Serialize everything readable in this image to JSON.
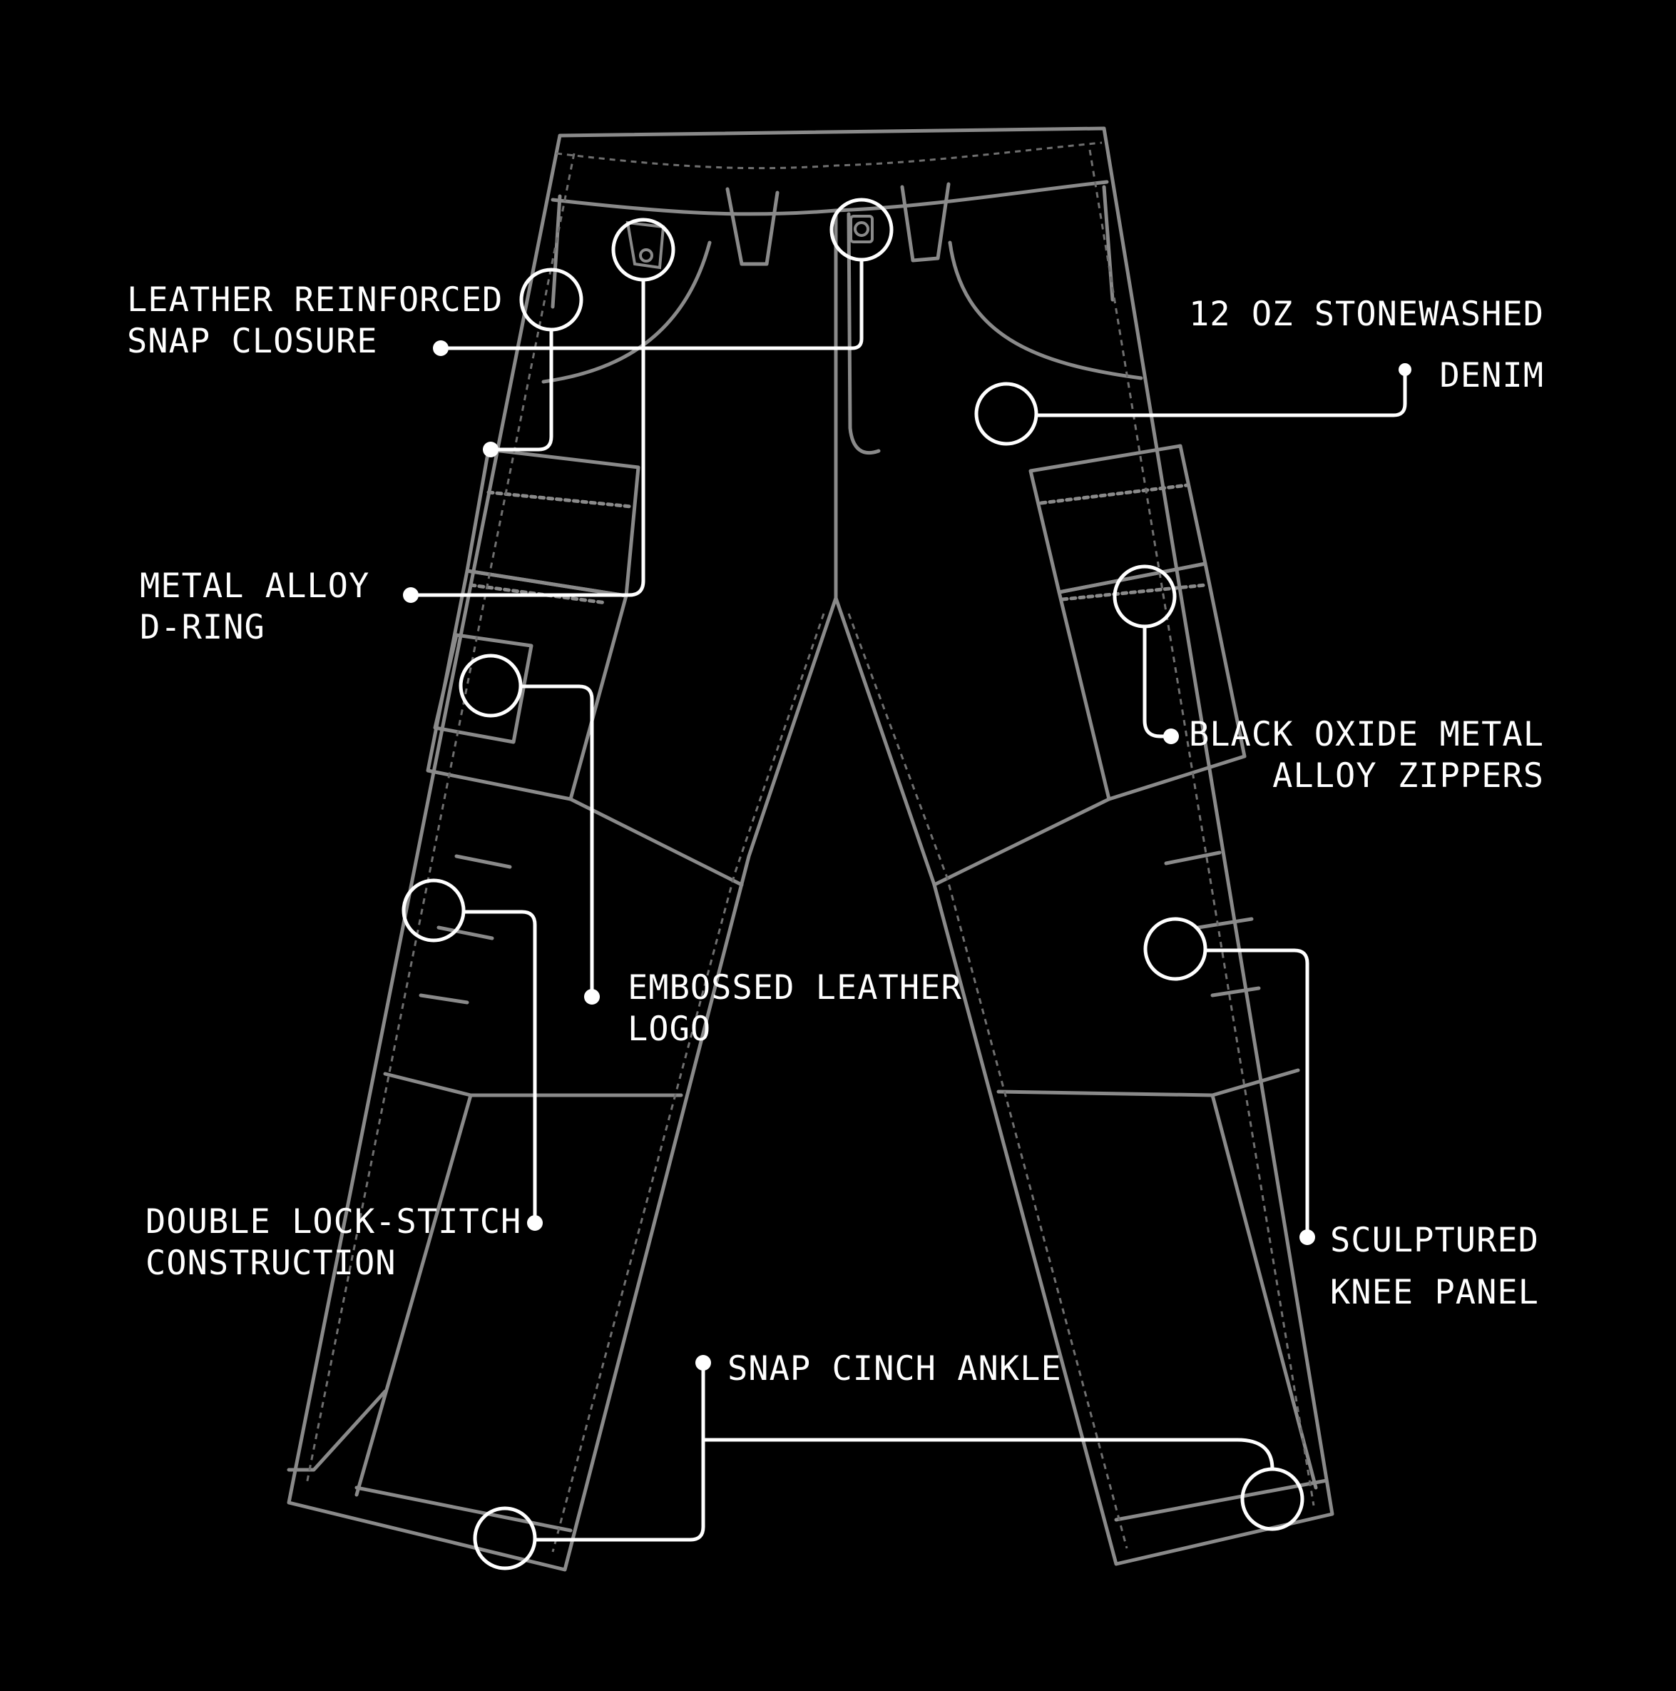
{
  "colors": {
    "background": "#000000",
    "garment_outline": "#8a8a8a",
    "stitching": "#6f6f6f",
    "callout": "#ffffff",
    "text": "#ffffff"
  },
  "callouts": {
    "snap_closure": [
      "LEATHER REINFORCED",
      "SNAP CLOSURE"
    ],
    "denim": [
      "12 OZ STONEWASHED",
      "DENIM"
    ],
    "d_ring": [
      "METAL ALLOY",
      "D-RING"
    ],
    "zippers": [
      "BLACK OXIDE METAL",
      "ALLOY ZIPPERS"
    ],
    "logo": [
      "EMBOSSED LEATHER",
      "LOGO"
    ],
    "lock_stitch": [
      "DOUBLE LOCK-STITCH",
      "CONSTRUCTION"
    ],
    "knee_panel": [
      "SCULPTURED",
      "KNEE PANEL"
    ],
    "ankle": [
      "SNAP CINCH ANKLE"
    ]
  }
}
